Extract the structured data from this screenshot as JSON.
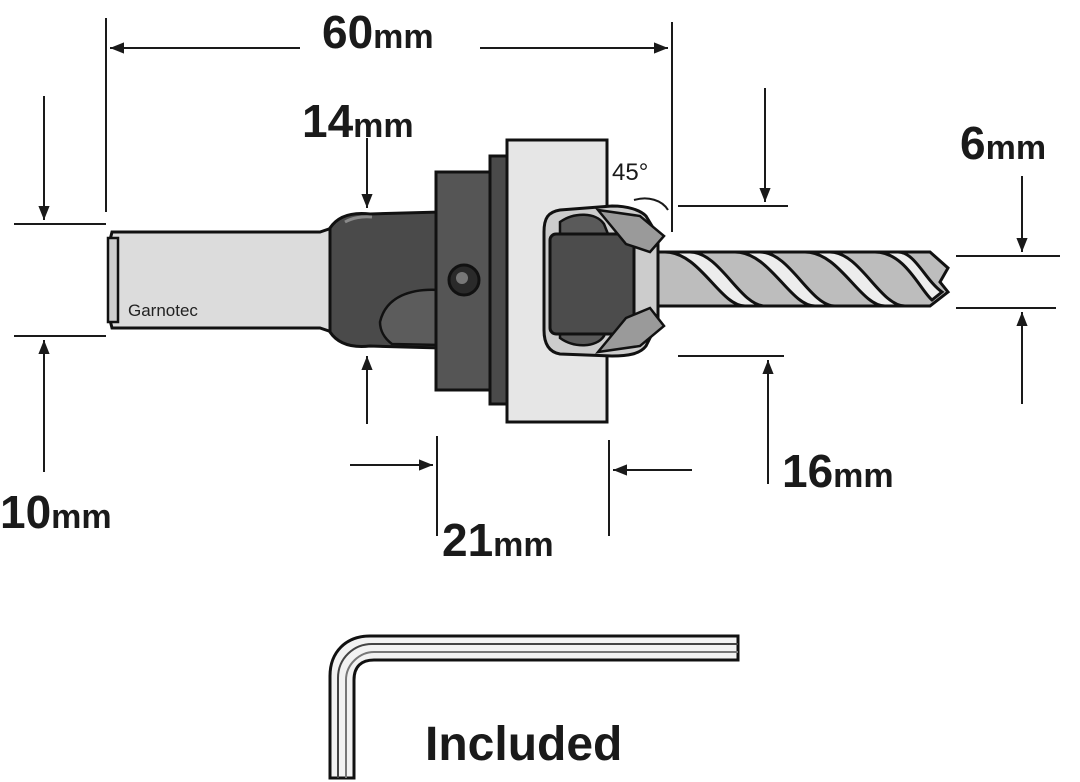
{
  "dimensions": {
    "overall_length": {
      "value": "60",
      "unit": "mm"
    },
    "collar_diameter": {
      "value": "14",
      "unit": "mm"
    },
    "bit_diameter": {
      "value": "6",
      "unit": "mm"
    },
    "shank_diameter": {
      "value": "10",
      "unit": "mm"
    },
    "countersink_diameter": {
      "value": "16",
      "unit": "mm"
    },
    "body_length": {
      "value": "21",
      "unit": "mm"
    }
  },
  "angle_label": "45°",
  "brand_label": "Garnotec",
  "accessory_label": "Included",
  "colors": {
    "line": "#1a1a1a",
    "shank": "#dcdcdc",
    "body_dark": "#4a4a4a",
    "ring": "#e6e6e6",
    "drill": "#bdbdbd"
  }
}
